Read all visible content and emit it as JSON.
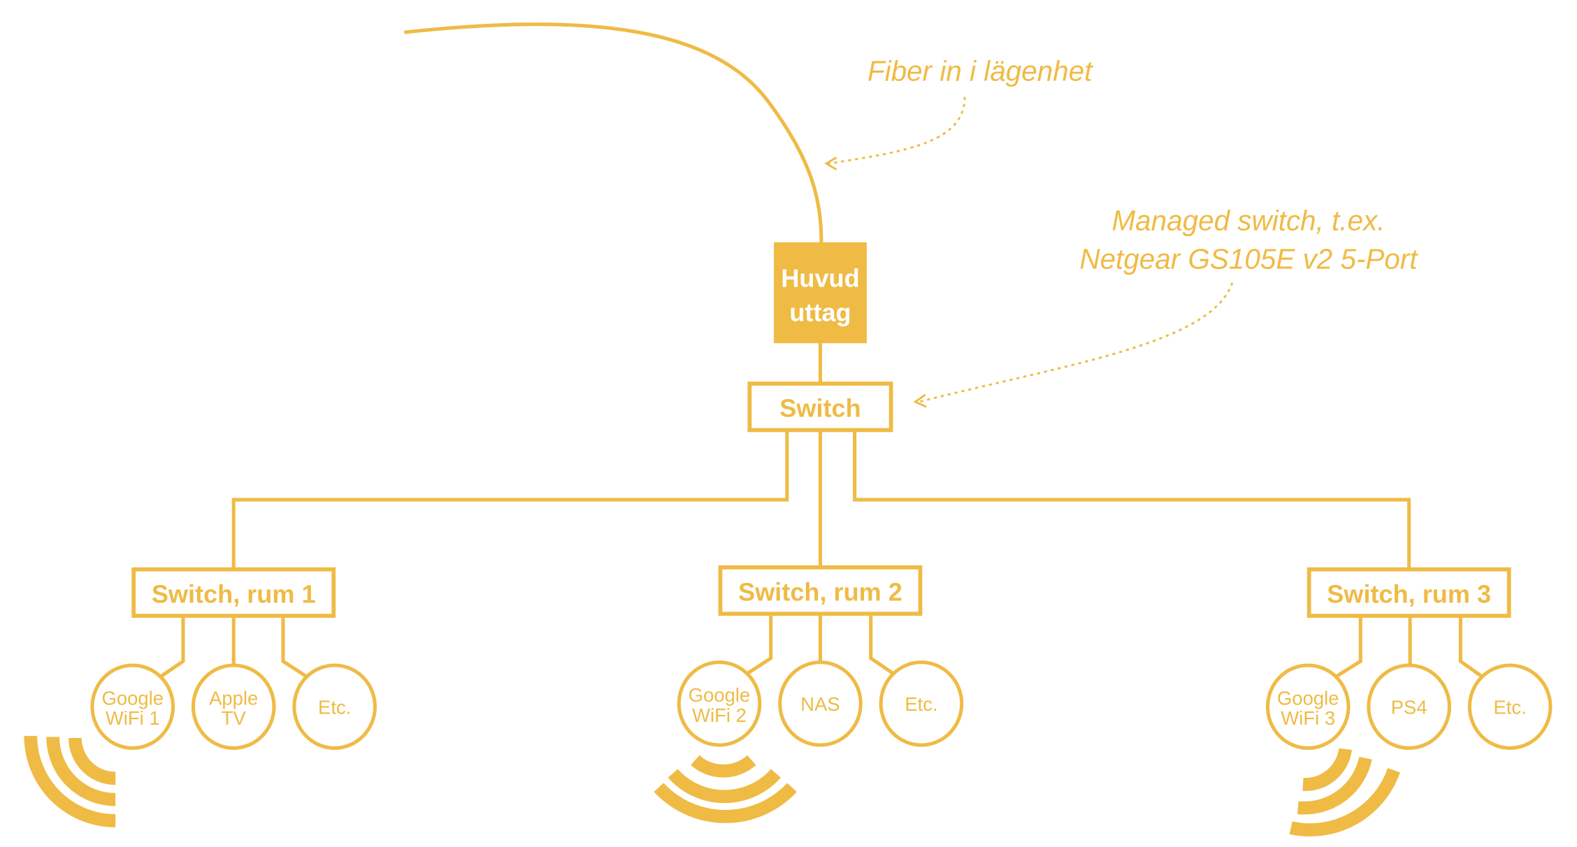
{
  "colors": {
    "accent": "#EFBB45",
    "background": "#FFFFFF",
    "text_on_accent": "#FFFFFF"
  },
  "annotations": {
    "fiber": "Fiber in i lägenhet",
    "switch_line1": "Managed switch, t.ex.",
    "switch_line2": "Netgear GS105E v2 5-Port"
  },
  "main_outlet": {
    "line1": "Huvud",
    "line2": "uttag"
  },
  "main_switch": {
    "label": "Switch"
  },
  "rooms": [
    {
      "label": "Switch, rum 1",
      "devices": [
        {
          "line1": "Google",
          "line2": "WiFi 1",
          "icon": "wifi-signal-icon"
        },
        {
          "line1": "Apple",
          "line2": "TV"
        },
        {
          "line1": "Etc.",
          "line2": ""
        }
      ]
    },
    {
      "label": "Switch, rum 2",
      "devices": [
        {
          "line1": "Google",
          "line2": "WiFi 2",
          "icon": "wifi-signal-icon"
        },
        {
          "line1": "NAS",
          "line2": ""
        },
        {
          "line1": "Etc.",
          "line2": ""
        }
      ]
    },
    {
      "label": "Switch, rum 3",
      "devices": [
        {
          "line1": "Google",
          "line2": "WiFi 3",
          "icon": "wifi-signal-icon"
        },
        {
          "line1": "PS4",
          "line2": ""
        },
        {
          "line1": "Etc.",
          "line2": ""
        }
      ]
    }
  ]
}
